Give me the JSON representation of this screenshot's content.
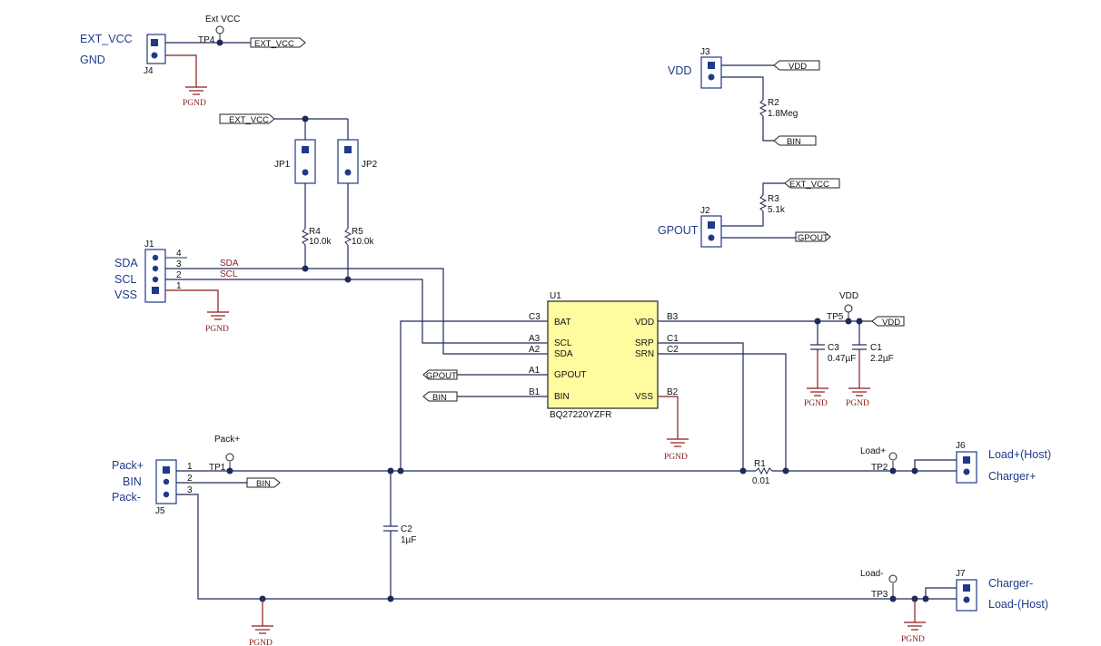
{
  "connectors": {
    "j4": {
      "ref": "J4",
      "pin_labels": [
        "EXT_VCC",
        "GND"
      ]
    },
    "j1": {
      "ref": "J1",
      "pin_labels": [
        "SDA",
        "SCL",
        "VSS"
      ],
      "pin_numbers": [
        "4",
        "3",
        "2",
        "1"
      ]
    },
    "j5": {
      "ref": "J5",
      "pin_labels": [
        "Pack+",
        "BIN",
        "Pack-"
      ],
      "pin_numbers": [
        "1",
        "2",
        "3"
      ]
    },
    "j3": {
      "ref": "J3",
      "label": "VDD"
    },
    "j2": {
      "ref": "J2",
      "label": "GPOUT"
    },
    "j6": {
      "ref": "J6",
      "pin_labels": [
        "Load+(Host)",
        "Charger+"
      ]
    },
    "j7": {
      "ref": "J7",
      "pin_labels": [
        "Charger-",
        "Load-(Host)"
      ]
    }
  },
  "jumpers": {
    "jp1": "JP1",
    "jp2": "JP2"
  },
  "test_points": {
    "tp4": {
      "ref": "TP4",
      "label": "Ext VCC"
    },
    "tp5": {
      "ref": "TP5",
      "label": "VDD"
    },
    "tp1": {
      "ref": "TP1",
      "label": "Pack+"
    },
    "tp2": {
      "ref": "TP2",
      "label": "Load+"
    },
    "tp3": {
      "ref": "TP3",
      "label": "Load-"
    }
  },
  "resistors": {
    "r1": {
      "ref": "R1",
      "value": "0.01"
    },
    "r2": {
      "ref": "R2",
      "value": "1.8Meg"
    },
    "r3": {
      "ref": "R3",
      "value": "5.1k"
    },
    "r4": {
      "ref": "R4",
      "value": "10.0k"
    },
    "r5": {
      "ref": "R5",
      "value": "10.0k"
    }
  },
  "capacitors": {
    "c1": {
      "ref": "C1",
      "value": "2.2µF"
    },
    "c2": {
      "ref": "C2",
      "value": "1µF"
    },
    "c3": {
      "ref": "C3",
      "value": "0.47µF"
    }
  },
  "ic": {
    "ref": "U1",
    "part": "BQ27220YZFR",
    "left_pins": [
      {
        "num": "C3",
        "name": "BAT"
      },
      {
        "num": "A3",
        "name": "SCL"
      },
      {
        "num": "A2",
        "name": "SDA"
      },
      {
        "num": "A1",
        "name": "GPOUT"
      },
      {
        "num": "B1",
        "name": "BIN"
      }
    ],
    "right_pins": [
      {
        "num": "B3",
        "name": "VDD"
      },
      {
        "num": "C1",
        "name": "SRP"
      },
      {
        "num": "C2",
        "name": "SRN"
      },
      {
        "num": "B2",
        "name": "VSS"
      }
    ]
  },
  "nets": {
    "ext_vcc": "EXT_VCC",
    "vdd": "VDD",
    "bin": "BIN",
    "gpout": "GPOUT",
    "sda": "SDA",
    "scl": "SCL",
    "pgnd": "PGND"
  }
}
